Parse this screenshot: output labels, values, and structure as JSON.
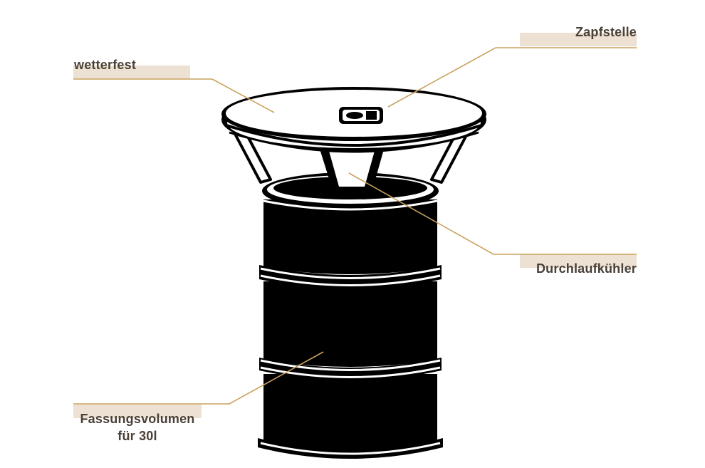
{
  "labels": {
    "weatherproof": "wetterfest",
    "tap": "Zapfstelle",
    "cooler": "Durchlaufkühler",
    "capacity_line1": "Fassungsvolumen",
    "capacity_line2": "für 30l"
  },
  "colors": {
    "accent": "#c9a25e",
    "label_bg": "#ece1d2",
    "text": "#4a4036",
    "ink": "#000000"
  }
}
